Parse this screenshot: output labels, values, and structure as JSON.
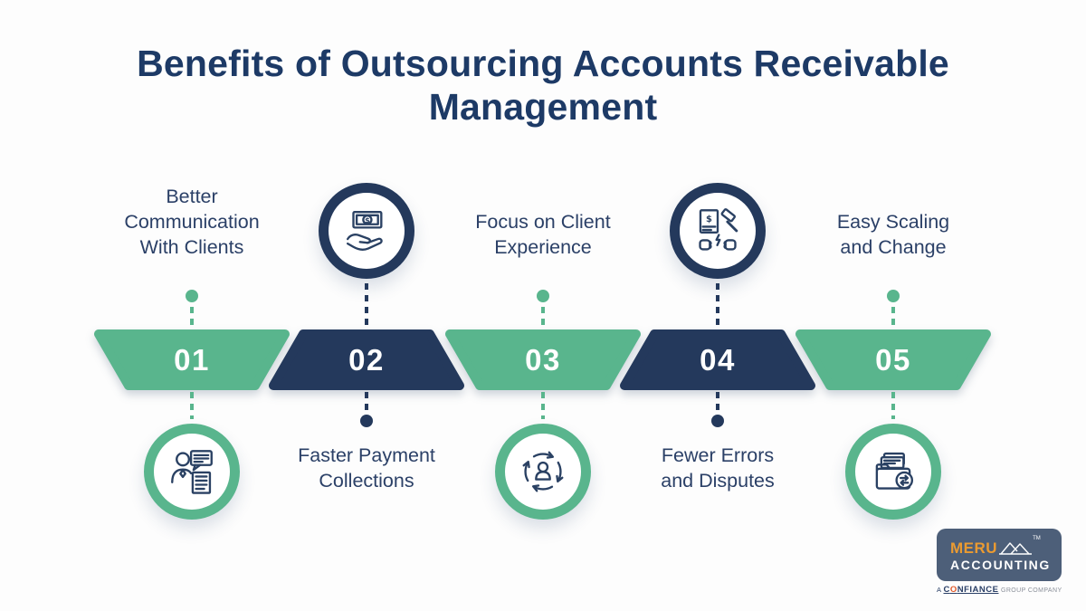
{
  "title": "Benefits of Outsourcing Accounts Receivable Management",
  "steps": [
    {
      "number": "01",
      "label": "Better Communication With Clients",
      "lines": [
        "Better",
        "Communication",
        "With Clients"
      ],
      "icon": "person-chat-document-icon",
      "accent": "green"
    },
    {
      "number": "02",
      "label": "Faster Payment Collections",
      "lines": [
        "Faster Payment",
        "Collections"
      ],
      "icon": "hand-banknote-icon",
      "accent": "navy"
    },
    {
      "number": "03",
      "label": "Focus on Client Experience",
      "lines": [
        "Focus on Client",
        "Experience"
      ],
      "icon": "person-cycle-arrows-icon",
      "accent": "green"
    },
    {
      "number": "04",
      "label": "Fewer Errors and Disputes",
      "lines": [
        "Fewer Errors",
        "and Disputes"
      ],
      "icon": "invoice-gavel-dispute-icon",
      "accent": "navy"
    },
    {
      "number": "05",
      "label": "Easy Scaling and Change",
      "lines": [
        "Easy Scaling",
        "and Change"
      ],
      "icon": "folder-documents-transfer-icon",
      "accent": "green"
    }
  ],
  "icons": {
    "dollar_glyph": "$"
  },
  "colors": {
    "green": "#59b58d",
    "navy": "#24395c",
    "heading_text": "#1d3a66",
    "label_text": "#2b4067",
    "logo_background": "#4d5f79",
    "logo_orange": "#eb9b31"
  },
  "logo": {
    "brand": "MERU",
    "division": "ACCOUNTING",
    "trademark": "TM",
    "tagline": {
      "prefix": "A",
      "brand_c": "C",
      "brand_o": "O",
      "brand_rest": "NFIANCE",
      "suffix": "GROUP COMPANY"
    }
  }
}
